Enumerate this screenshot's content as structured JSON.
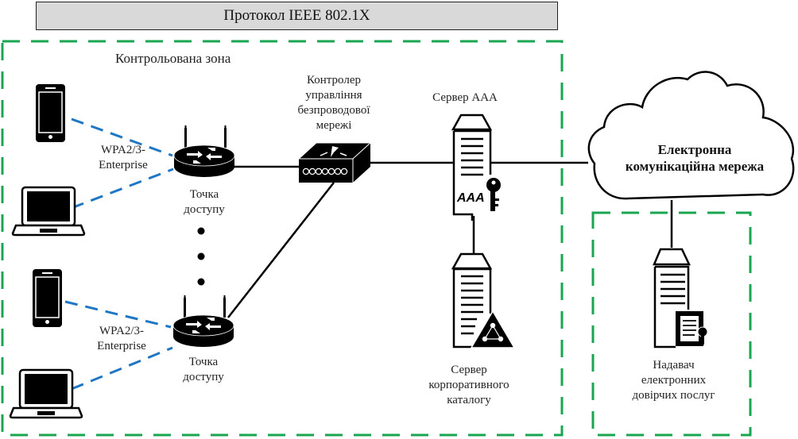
{
  "header": {
    "protocol": "Протокол IEEE 802.1X"
  },
  "zones": {
    "controlled": {
      "title": "Контрольована зона"
    }
  },
  "devices": {
    "access_point_1": {
      "label_line1": "Точка",
      "label_line2": "доступу"
    },
    "access_point_2": {
      "label_line1": "Точка",
      "label_line2": "доступу"
    },
    "wlan_controller": {
      "lines": [
        "Контролер",
        "управління",
        "безпроводової",
        "мережі"
      ]
    },
    "aaa_server": {
      "label": "Сервер ААА",
      "badge": "AAA"
    },
    "directory_server": {
      "lines": [
        "Сервер",
        "корпоративного",
        "каталогу"
      ]
    },
    "trust_provider": {
      "lines": [
        "Надавач",
        "електронних",
        "довірчих послуг"
      ]
    }
  },
  "links": {
    "wireless_1": {
      "line1": "WPA2/3-",
      "line2": "Enterprise"
    },
    "wireless_2": {
      "line1": "WPA2/3-",
      "line2": "Enterprise"
    }
  },
  "network": {
    "line1": "Електронна",
    "line2": "комунікаційна мережа"
  },
  "colors": {
    "zone_border": "#1aa650",
    "wireless_link": "#1f77c4",
    "wired_link": "#000000",
    "protocol_bar": "#d9d9d9"
  }
}
